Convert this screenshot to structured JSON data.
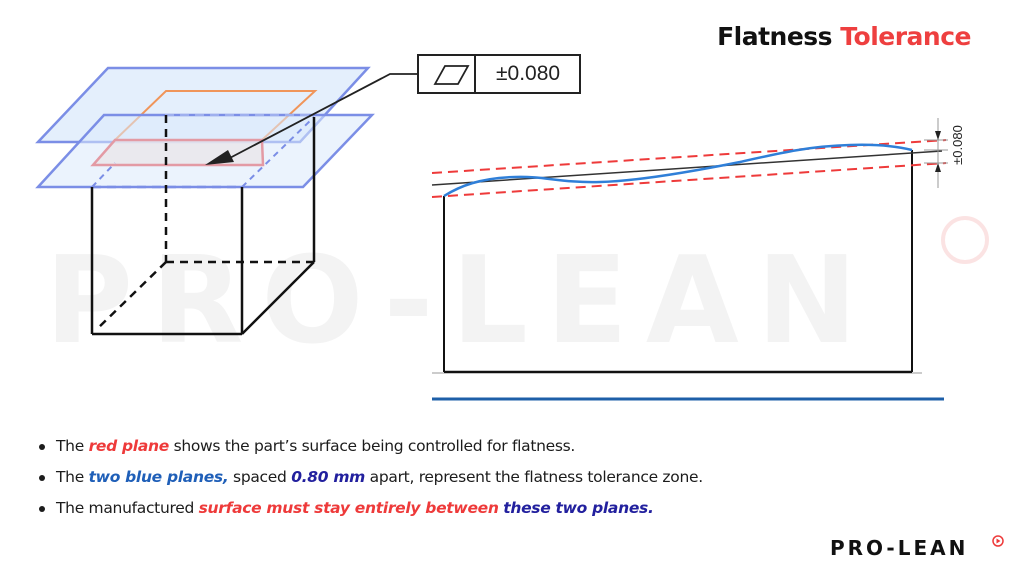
{
  "title": {
    "part1": "Flatness",
    "part2": "Tolerance"
  },
  "feature_control_frame": {
    "symbol": "flatness-parallelogram",
    "value": "±0.080"
  },
  "profile_view": {
    "dimension_label": "±0.080"
  },
  "watermark": "PRO-LEAN",
  "bullets": [
    {
      "pre": "The ",
      "em1": "red plane",
      "mid": " shows the part’s surface being controlled for flatness.",
      "em2": "",
      "post": ""
    },
    {
      "pre": "The ",
      "em1": "two blue planes,",
      "mid": " spaced ",
      "em2": "0.80 mm",
      "post": " apart, represent the flatness tolerance zone."
    },
    {
      "pre": "The manufactured ",
      "em1": "surface must stay entirely between",
      "mid": " ",
      "em2": "these two planes.",
      "post": ""
    }
  ],
  "logo": {
    "text": "PRO-LEAN",
    "mark": "®"
  },
  "colors": {
    "title_accent": "#ee3f3f",
    "blue_plane": "#7b8ee6",
    "red_plane": "#ee3a3a",
    "orange_plane": "#f0955a",
    "profile_blue": "#2f7fd8",
    "baseline_blue": "#1e5fa8"
  }
}
